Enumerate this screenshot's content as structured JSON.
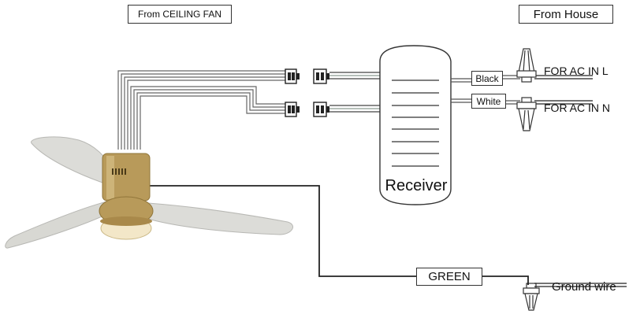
{
  "labels": {
    "from_ceiling_fan": "From CEILING FAN",
    "from_house": "From House",
    "receiver": "Receiver",
    "black": "Black",
    "white": "White",
    "for_ac_in_l": "FOR AC IN L",
    "for_ac_in_n": "FOR AC IN N",
    "green": "GREEN",
    "ground_wire": "Ground wire"
  },
  "colors": {
    "wire": "#555555",
    "wire_dark": "#222222",
    "wire_green": "#8a9a90",
    "fan_blade": "#d9d9d6",
    "fan_body": "#b89a5a",
    "fan_light": "#f3e7c8"
  },
  "icons": {
    "fan": "ceiling-fan-illustration",
    "connector": "plug-connector-icon",
    "wire_nut": "wire-nut-icon"
  }
}
